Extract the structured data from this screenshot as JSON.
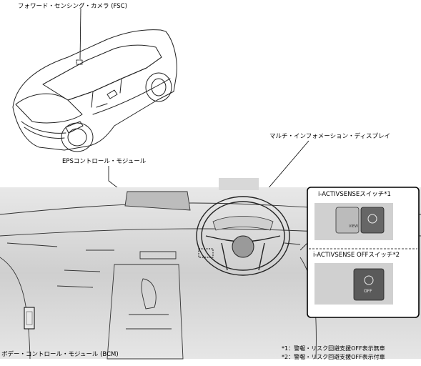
{
  "labels": {
    "fsc": "フォワード・センシング・カメラ (FSC)",
    "mfd": "マルチ・インフォメーション・ディスプレイ",
    "eps": "EPSコントロール・モジュール",
    "bcm": "ボデー・コントロール・モジュール (BCM)"
  },
  "inset": {
    "switch1_title": "i-ACTIVSENSEスイッチ*1",
    "switch2_title": "i-ACTIVSENSE OFFスイッチ*2",
    "off_text": "OFF",
    "view_text": "VIEW"
  },
  "footnotes": [
    "*1：警報・リスク回避支援OFF表示無車",
    "*2：警報・リスク回避支援OFF表示付車"
  ]
}
